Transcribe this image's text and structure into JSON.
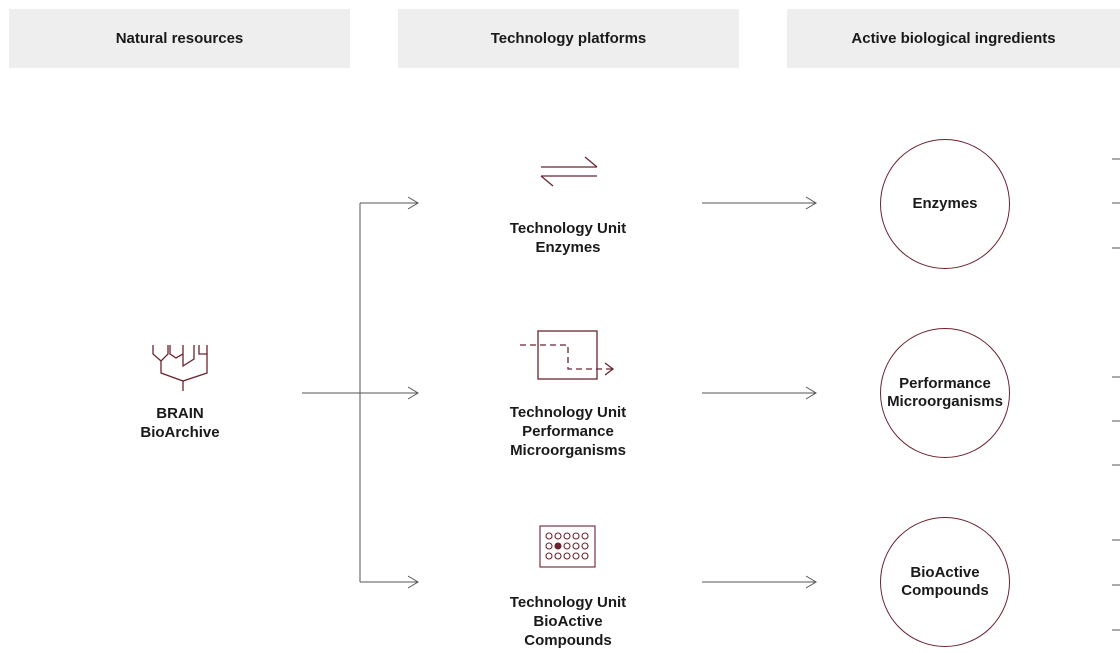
{
  "columns": {
    "natural_resources": "Natural resources",
    "technology_platforms": "Technology platforms",
    "active_ingredients": "Active biological ingredients"
  },
  "source": {
    "line1": "BRAIN",
    "line2": "BioArchive",
    "icon": "tree-icon"
  },
  "units": [
    {
      "line1": "Technology Unit",
      "line2": "Enzymes",
      "line3": "",
      "icon": "exchange-arrows-icon"
    },
    {
      "line1": "Technology Unit",
      "line2": "Performance",
      "line3": "Microorganisms",
      "icon": "flow-box-icon"
    },
    {
      "line1": "Technology Unit",
      "line2": "BioActive",
      "line3": "Compounds",
      "icon": "well-plate-icon"
    }
  ],
  "ingredients": [
    {
      "line1": "Enzymes",
      "line2": ""
    },
    {
      "line1": "Performance",
      "line2": "Microorganisms"
    },
    {
      "line1": "BioActive",
      "line2": "Compounds"
    }
  ],
  "colors": {
    "accent": "#6b2430",
    "header_bg": "#eeeeee",
    "connector": "#555555"
  }
}
